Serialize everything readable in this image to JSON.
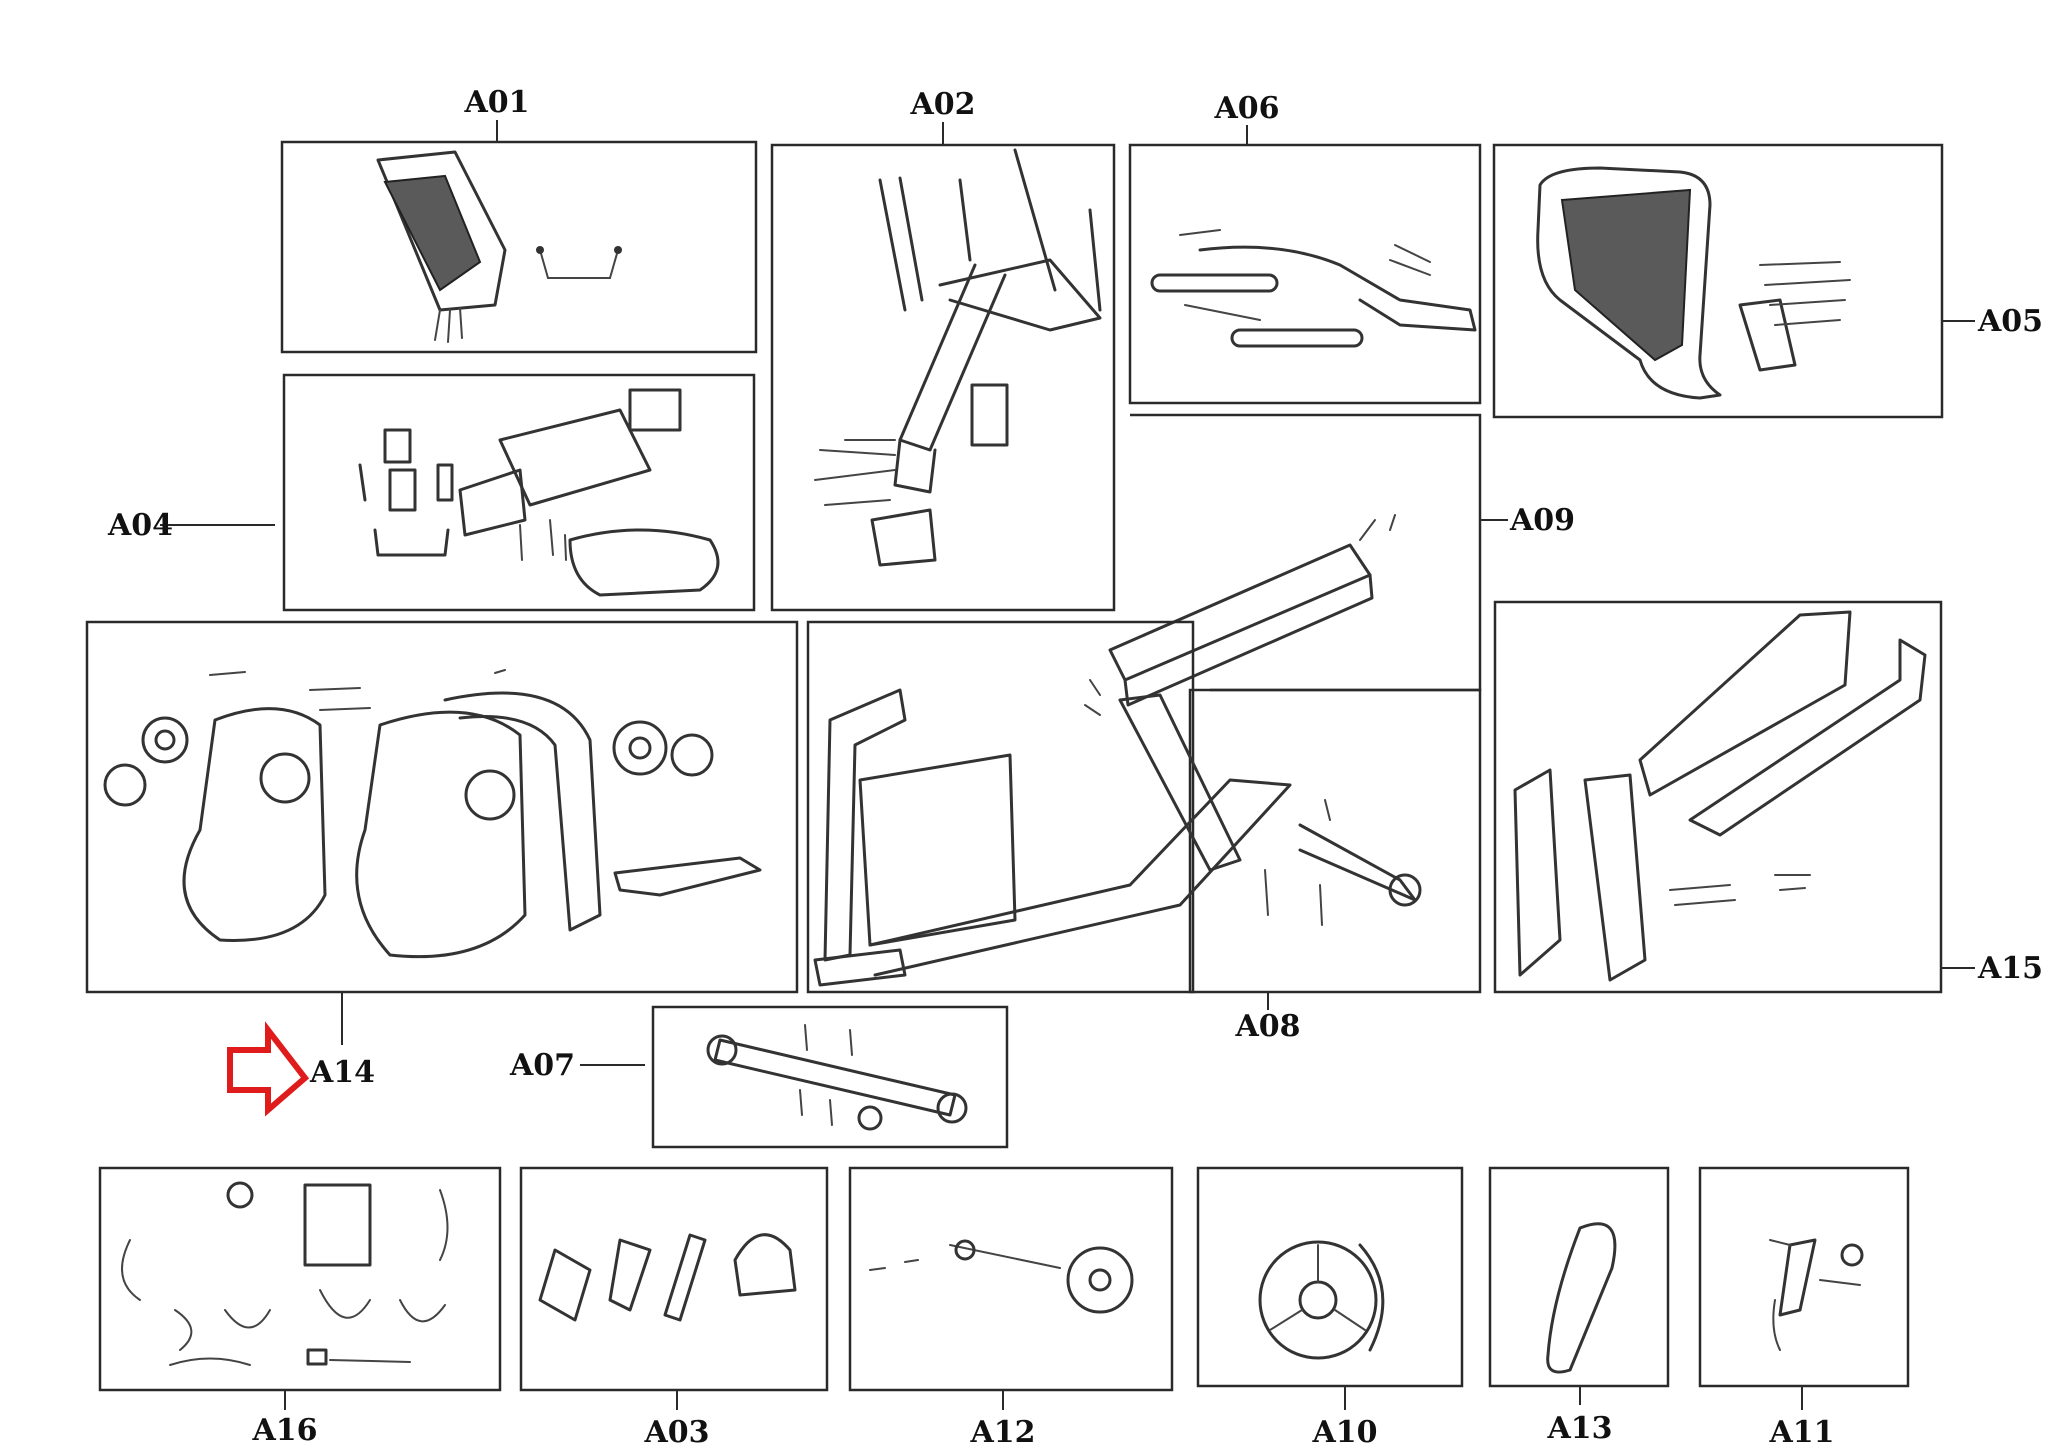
{
  "parts": {
    "a01": "A01",
    "a02": "A02",
    "a03": "A03",
    "a04": "A04",
    "a05": "A05",
    "a06": "A06",
    "a07": "A07",
    "a08": "A08",
    "a09": "A09",
    "a10": "A10",
    "a11": "A11",
    "a12": "A12",
    "a13": "A13",
    "a14": "A14",
    "a15": "A15",
    "a16": "A16"
  },
  "highlight": {
    "part": "A14",
    "color": "#e01b1b",
    "icon": "arrow-right-icon"
  },
  "colors": {
    "line": "#2a2a2a",
    "background": "#ffffff"
  }
}
